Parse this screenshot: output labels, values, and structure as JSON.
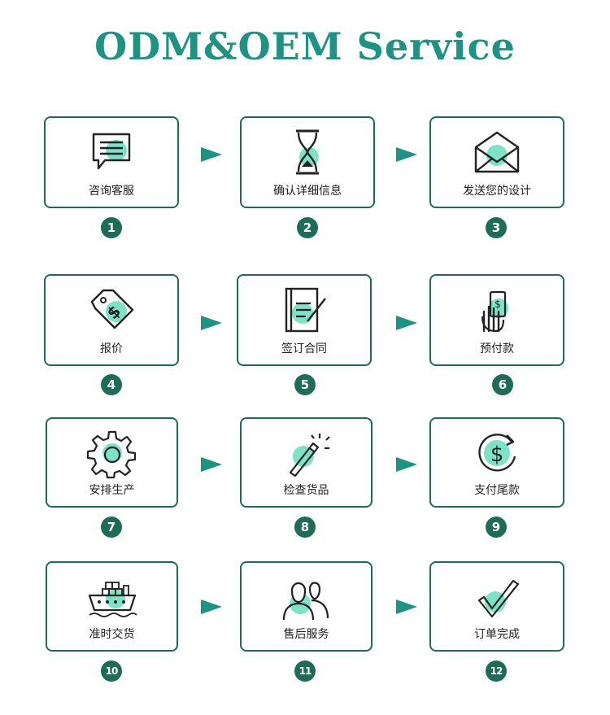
{
  "title": "ODM&OEM Service",
  "colors": {
    "accent": "#1f9383",
    "border": "#1e6b57",
    "highlight": "#7ee3c6"
  },
  "steps": [
    {
      "label": "咨询客服",
      "number": "1",
      "icon": "chat-bubble-icon"
    },
    {
      "label": "确认详细信息",
      "number": "2",
      "icon": "hourglass-icon"
    },
    {
      "label": "发送您的设计",
      "number": "3",
      "icon": "envelope-icon"
    },
    {
      "label": "报价",
      "number": "4",
      "icon": "price-tag-icon"
    },
    {
      "label": "签订合同",
      "number": "5",
      "icon": "contract-icon"
    },
    {
      "label": "预付款",
      "number": "6",
      "icon": "payment-hand-icon"
    },
    {
      "label": "安排生产",
      "number": "7",
      "icon": "gear-icon"
    },
    {
      "label": "检查货品",
      "number": "8",
      "icon": "magic-wand-icon"
    },
    {
      "label": "支付尾款",
      "number": "9",
      "icon": "dollar-cycle-icon"
    },
    {
      "label": "准时交货",
      "number": "10",
      "icon": "cargo-ship-icon"
    },
    {
      "label": "售后服务",
      "number": "11",
      "icon": "people-icon"
    },
    {
      "label": "订单完成",
      "number": "12",
      "icon": "checkmark-icon"
    }
  ]
}
